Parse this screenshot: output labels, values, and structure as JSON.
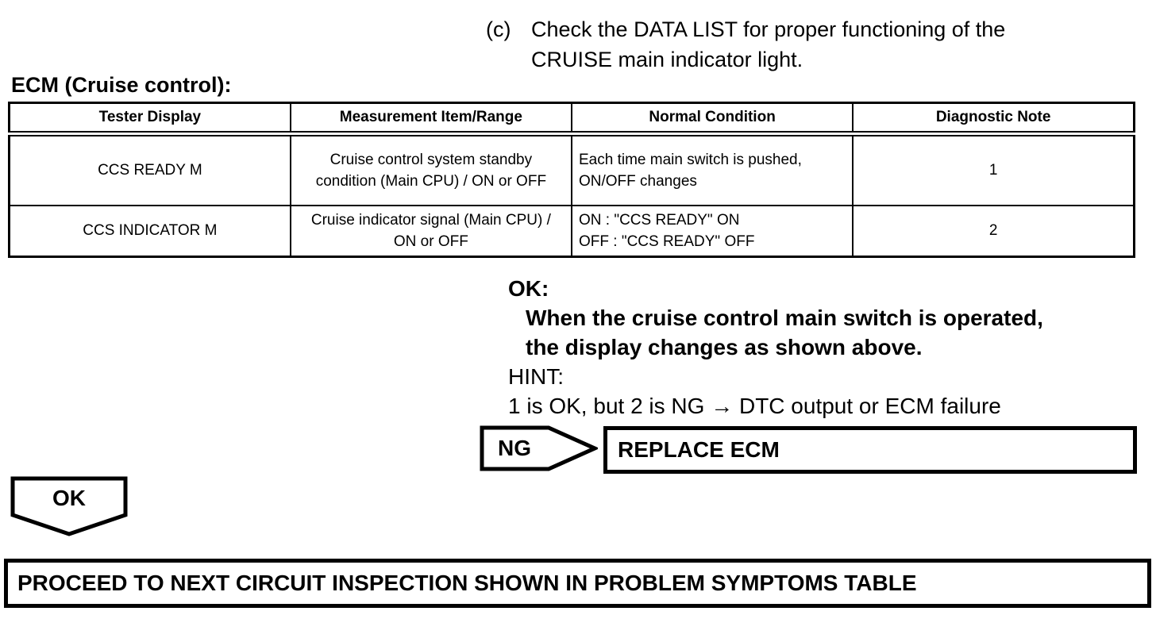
{
  "instruction": {
    "marker": "(c)",
    "line1": "Check the DATA LIST for proper functioning of the",
    "line2": "CRUISE main indicator light."
  },
  "section_heading": "ECM (Cruise control):",
  "table": {
    "headers": [
      "Tester Display",
      "Measurement Item/Range",
      "Normal Condition",
      "Diagnostic Note"
    ],
    "rows": [
      {
        "tester_display": "CCS READY M",
        "measurement": "Cruise control system standby condition (Main CPU) / ON or OFF",
        "normal_condition": "Each time main switch is pushed, ON/OFF changes",
        "diagnostic_note": "1"
      },
      {
        "tester_display": "CCS INDICATOR M",
        "measurement": "Cruise indicator signal (Main CPU) / ON or OFF",
        "normal_condition_lines": [
          "ON : \"CCS READY\" ON",
          "OFF : \"CCS READY\" OFF"
        ],
        "diagnostic_note": "2"
      }
    ]
  },
  "ok_block": {
    "label": "OK:",
    "line1": "When the cruise control main switch is operated,",
    "line2": "the display changes as shown above."
  },
  "hint_block": {
    "label": "HINT:",
    "text": "1 is OK, but 2 is NG → DTC output or ECM failure"
  },
  "ng_flow": {
    "badge": "NG",
    "action": "REPLACE ECM"
  },
  "ok_flow": {
    "badge": "OK"
  },
  "footer_action": "PROCEED TO NEXT CIRCUIT INSPECTION SHOWN IN PROBLEM SYMPTOMS TABLE"
}
